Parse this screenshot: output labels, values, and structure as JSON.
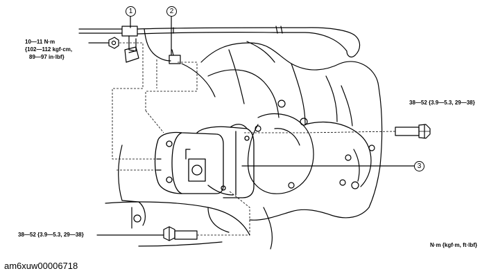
{
  "callouts": {
    "c1": "1",
    "c2": "2",
    "c3": "3"
  },
  "torque": {
    "bracket_nut_line1": "10—11 N·m",
    "bracket_nut_line2": "{102—112 kgf·cm,",
    "bracket_nut_line3": "89—97 in·lbf}",
    "upper_bolt": "38—52 {3.9—5.3, 29—38}",
    "lower_bolt": "38—52 {3.9—5.3, 29—38}"
  },
  "units_note": "N·m {kgf·m, ft·lbf}",
  "image_code": "am6xuw00006718"
}
